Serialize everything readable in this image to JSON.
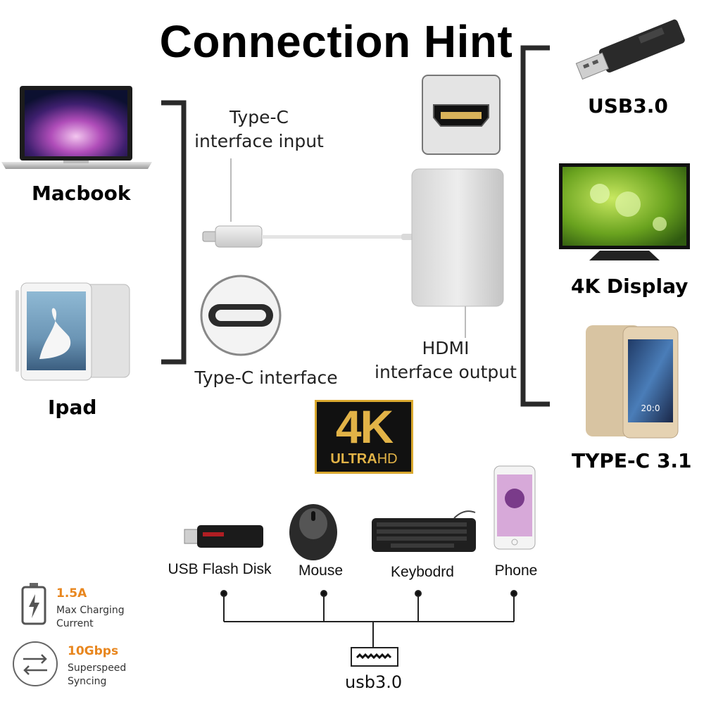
{
  "title": "Connection Hint",
  "left_devices": {
    "macbook": "Macbook",
    "ipad": "Ipad"
  },
  "right_devices": {
    "usb3": "USB3.0",
    "display": "4K Display",
    "typec31": "TYPE-C 3.1"
  },
  "ports": {
    "typec_input_line1": "Type-C",
    "typec_input_line2": "interface input",
    "typec_interface": "Type-C interface",
    "hdmi_line1": "HDMI",
    "hdmi_line2": "interface output"
  },
  "badge": {
    "big": "4K",
    "small_a": "ULTRA",
    "small_b": "HD"
  },
  "peripherals": [
    "USB Flash Disk",
    "Mouse",
    "Keybodrd",
    "Phone"
  ],
  "usb_hub_label": "usb3.0",
  "specs": {
    "charging_value": "1.5A",
    "charging_line1": "Max Charging",
    "charging_line2": "Current",
    "speed_value": "10Gbps",
    "speed_line1": "Superspeed",
    "speed_line2": "Syncing"
  },
  "colors": {
    "accent": "#e8861e",
    "gold": "#d9a82e",
    "bracket": "#2a2a2a"
  }
}
